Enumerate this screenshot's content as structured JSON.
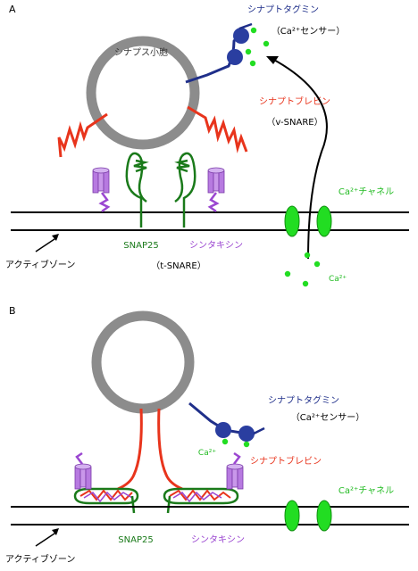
{
  "colors": {
    "vesicle": "#8c8c8c",
    "synaptotagmin": "#1f2f8a",
    "synaptobrevin": "#e8341c",
    "snap25": "#1a7a1a",
    "syntaxin": "#9b47d1",
    "calcium": "#22dd22",
    "membrane": "#000000"
  },
  "panel_a": {
    "letter": "A",
    "vesicle_label": "シナプス小胞",
    "synaptotagmin_label": "シナプトタグミン",
    "ca_sensor_label": "（Ca²⁺センサー）",
    "synaptobrevin_label": "シナプトブレビン",
    "v_snare_label": "（v-SNARE）",
    "ca_channel_label": "Ca²⁺チャネル",
    "snap25_label": "SNAP25",
    "syntaxin_label": "シンタキシン",
    "t_snare_label": "（t-SNARE）",
    "active_zone_label": "アクティブゾーン",
    "ca_ion_label": "Ca²⁺"
  },
  "panel_b": {
    "letter": "B",
    "synaptotagmin_label": "シナプトタグミン",
    "ca_sensor_label": "（Ca²⁺センサー）",
    "ca_ion_label": "Ca²⁺",
    "synaptobrevin_label": "シナプトブレビン",
    "ca_channel_label": "Ca²⁺チャネル",
    "snap25_label": "SNAP25",
    "syntaxin_label": "シンタキシン",
    "active_zone_label": "アクティブゾーン"
  }
}
